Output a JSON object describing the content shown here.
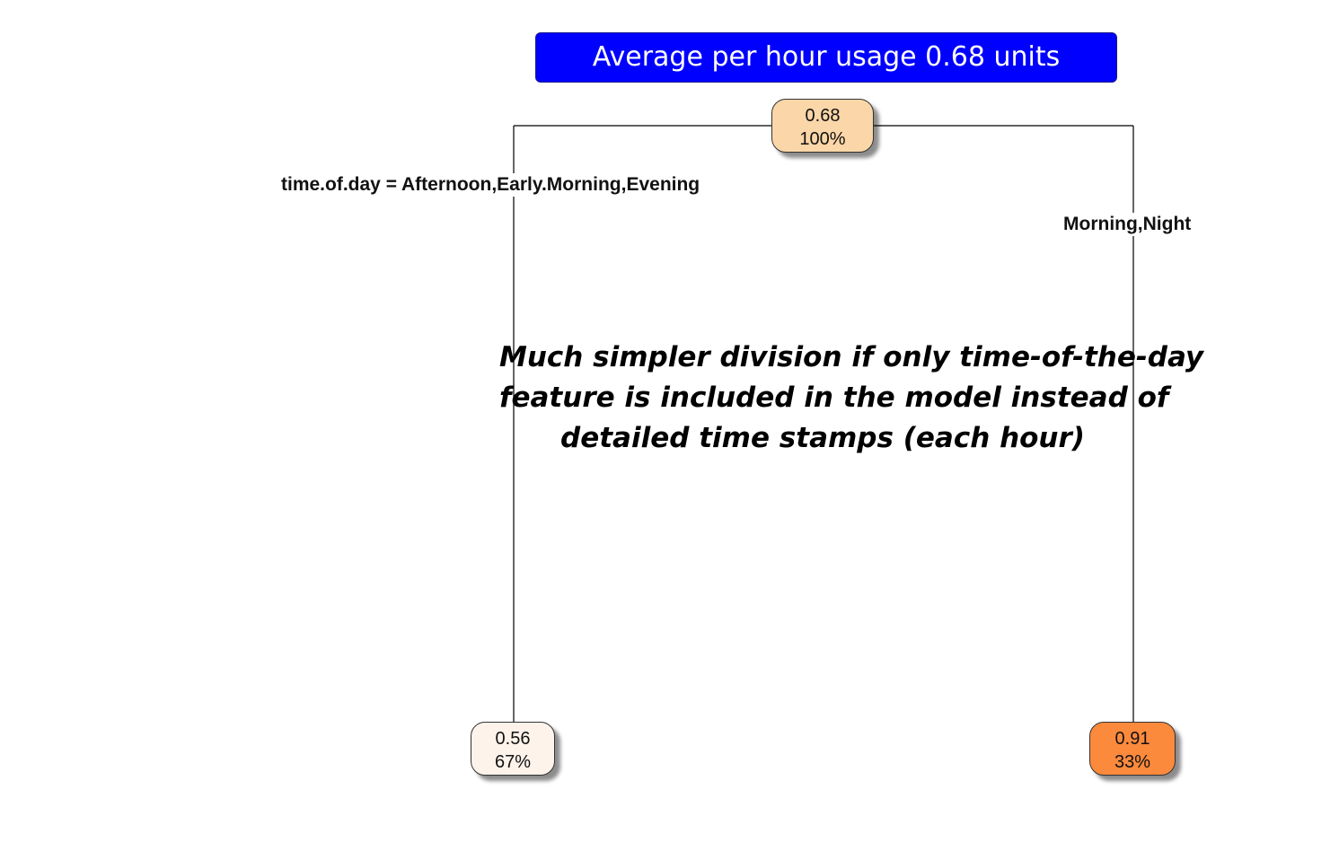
{
  "banner": {
    "text": "Average per hour usage 0.68 units",
    "background": "#0000ff"
  },
  "tree": {
    "root": {
      "value": "0.68",
      "percent": "100%",
      "fill": "#fbd6a8"
    },
    "split_left_label": "time.of.day = Afternoon,Early.Morning,Evening",
    "split_right_label": "Morning,Night",
    "left_leaf": {
      "value": "0.56",
      "percent": "67%",
      "fill": "#fdf3ea"
    },
    "right_leaf": {
      "value": "0.91",
      "percent": "33%",
      "fill": "#fc8a3d"
    }
  },
  "annotation": {
    "lines": [
      "Much simpler division if only time-of-the-day",
      "feature is included in the model instead of",
      "detailed time stamps (each hour)"
    ]
  }
}
